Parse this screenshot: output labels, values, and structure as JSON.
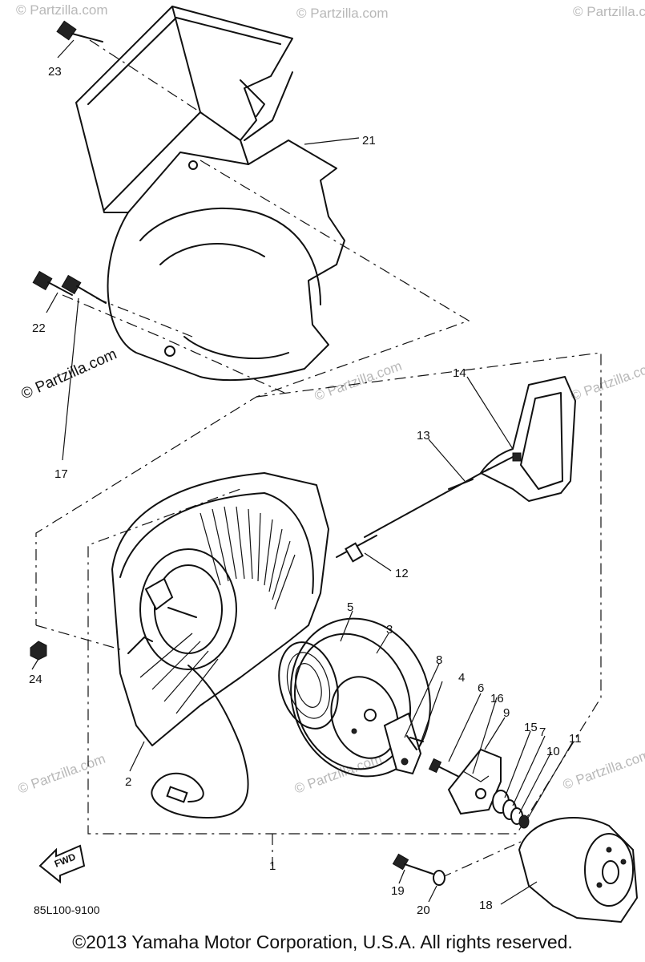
{
  "watermarks": {
    "main": "© Partzilla.com",
    "faint": "© Partzilla.com"
  },
  "diagram_code": "85L100-9100",
  "fwd_label": "FWD",
  "copyright": "©2013 Yamaha Motor Corporation, U.S.A. All rights reserved.",
  "callouts": {
    "c23": "23",
    "c21": "21",
    "c22": "22",
    "c17": "17",
    "c14": "14",
    "c13": "13",
    "c12": "12",
    "c24": "24",
    "c5": "5",
    "c3": "3",
    "c8": "8",
    "c4": "4",
    "c6": "6",
    "c16": "16",
    "c9": "9",
    "c15": "15",
    "c7": "7",
    "c11": "11",
    "c10": "10",
    "c2": "2",
    "c1": "1",
    "c19": "19",
    "c20": "20",
    "c18": "18"
  }
}
